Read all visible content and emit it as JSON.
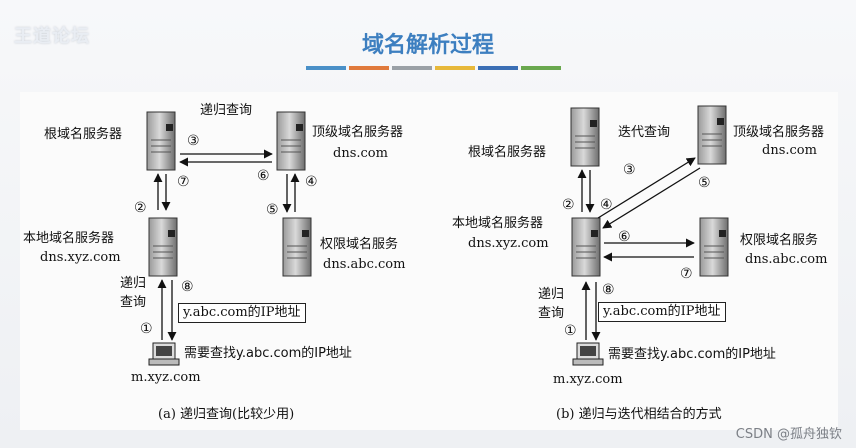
{
  "header": {
    "logo_text": "王道论坛",
    "logo_art": "",
    "title": "域名解析过程",
    "accent_bars": [
      "#4a90c8",
      "#e07a3c",
      "#9aa0a6",
      "#e7b83a",
      "#3b6fb5",
      "#6aa84f"
    ]
  },
  "diagram_a": {
    "caption": "(a) 递归查询(比较少用)",
    "root_label": "根域名服务器",
    "recursive_top": "递归查询",
    "tld_label": "顶级域名服务器",
    "tld_domain": "dns.com",
    "local_label": "本地域名服务器",
    "local_domain": "dns.xyz.com",
    "auth_label": "权限域名服务",
    "auth_domain": "dns.abc.com",
    "recursive_side_1": "递归",
    "recursive_side_2": "查询",
    "ip_box": "y.abc.com的IP地址",
    "host_need": "需要查找y.abc.com的IP地址",
    "host_name": "m.xyz.com",
    "steps": [
      "①",
      "②",
      "③",
      "④",
      "⑤",
      "⑥",
      "⑦",
      "⑧"
    ]
  },
  "diagram_b": {
    "caption": "(b) 递归与迭代相结合的方式",
    "root_label": "根域名服务器",
    "iterative": "迭代查询",
    "tld_label": "顶级域名服务器",
    "tld_domain": "dns.com",
    "local_label": "本地域名服务器",
    "local_domain": "dns.xyz.com",
    "auth_label": "权限域名服务",
    "auth_domain": "dns.abc.com",
    "recursive_side_1": "递归",
    "recursive_side_2": "查询",
    "ip_box": "y.abc.com的IP地址",
    "host_need": "需要查找y.abc.com的IP地址",
    "host_name": "m.xyz.com",
    "steps": [
      "①",
      "②",
      "③",
      "④",
      "⑤",
      "⑥",
      "⑦",
      "⑧"
    ]
  },
  "watermark": "CSDN @孤舟独钦"
}
